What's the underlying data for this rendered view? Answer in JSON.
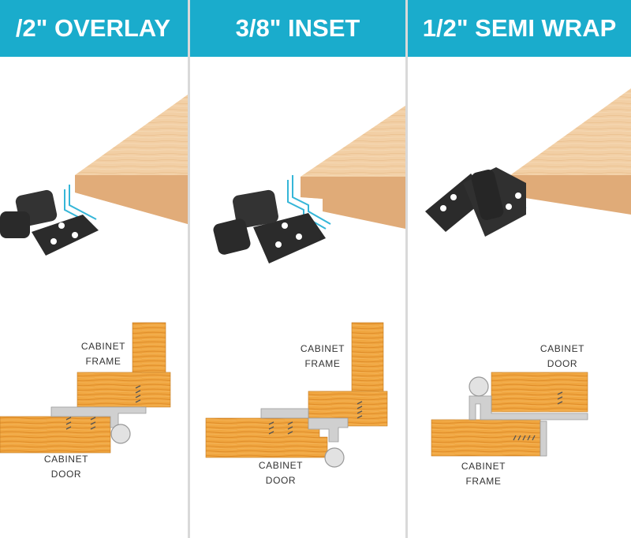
{
  "panels": [
    {
      "title": "/2\" OVERLAY",
      "labels": {
        "upper_line1": "CABINET",
        "upper_line2": "FRAME",
        "lower_line1": "CABINET",
        "lower_line2": "DOOR"
      }
    },
    {
      "title": "3/8\" INSET",
      "labels": {
        "upper_line1": "CABINET",
        "upper_line2": "FRAME",
        "lower_line1": "CABINET",
        "lower_line2": "DOOR"
      }
    },
    {
      "title": "1/2\" SEMI WRAP",
      "labels": {
        "upper_line1": "CABINET",
        "upper_line2": "DOOR",
        "lower_line1": "CABINET",
        "lower_line2": "FRAME"
      }
    }
  ],
  "colors": {
    "header_bg": "#1aaccc",
    "header_text": "#ffffff",
    "wood_top": "#f2cfa5",
    "wood_edge": "#e4b283",
    "cross_section": "#f0a640",
    "hinge": "#2b2b2b",
    "hinge_diagram": "#d0d0d0",
    "accent_line": "#35b6d8"
  },
  "icons": [
    "hinge-icon",
    "wood-board-icon",
    "screw-icon"
  ]
}
